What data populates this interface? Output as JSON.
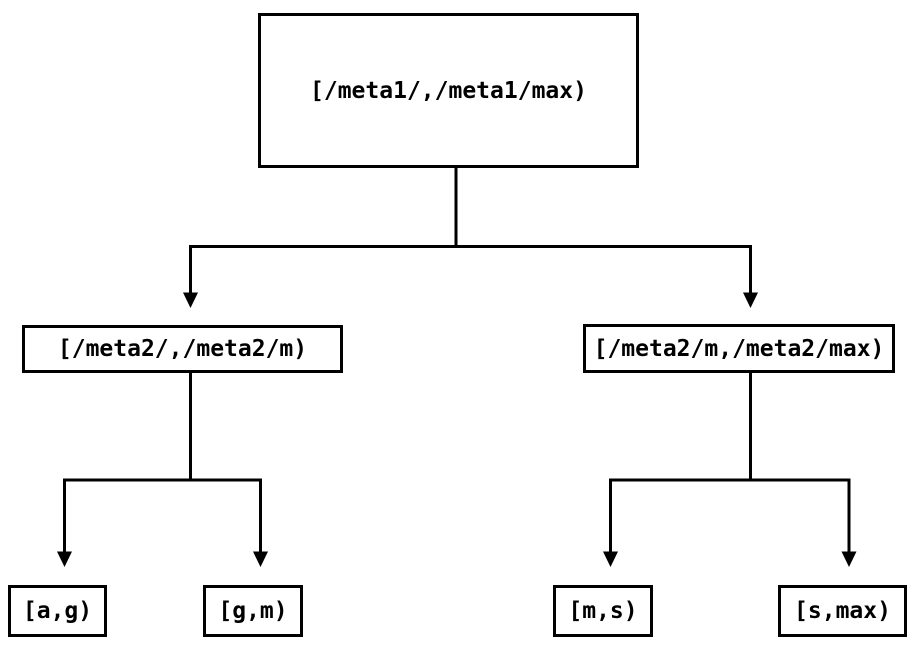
{
  "theme": {
    "bg": "#ffffff",
    "line": "#000000"
  },
  "diagram": {
    "type": "interval-partition-tree",
    "levels": 3
  },
  "nodes": {
    "root": {
      "label": "[/meta1/,/meta1/max)"
    },
    "meta2_low": {
      "label": "[/meta2/,/meta2/m)"
    },
    "meta2_high": {
      "label": "[/meta2/m,/meta2/max)"
    },
    "leaf_a_g": {
      "label": "[a,g)"
    },
    "leaf_g_m": {
      "label": "[g,m)"
    },
    "leaf_m_s": {
      "label": "[m,s)"
    },
    "leaf_s_max": {
      "label": "[s,max)"
    }
  }
}
